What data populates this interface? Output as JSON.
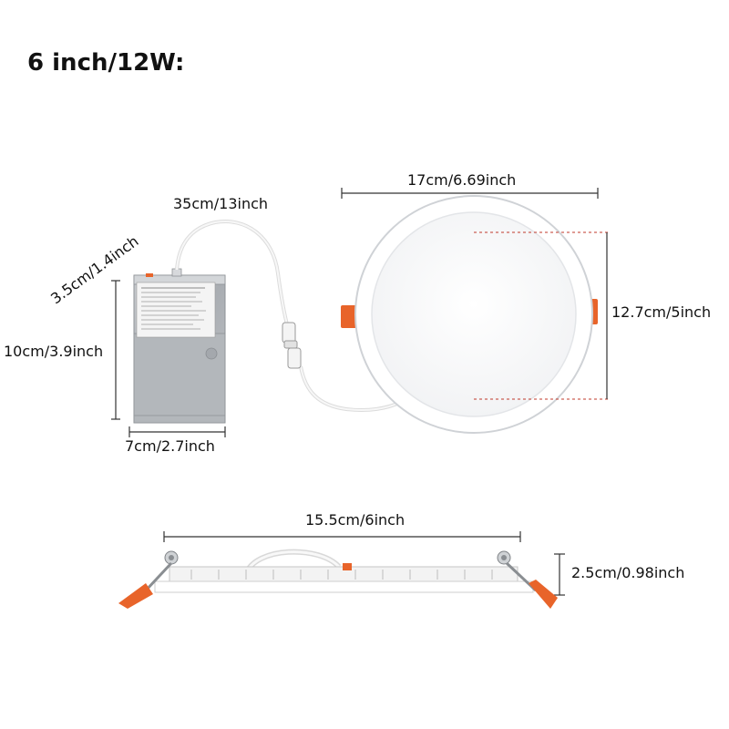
{
  "title": "6 inch/12W:",
  "dimensions": {
    "panel_diameter": "17cm/6.69inch",
    "cutout_diameter": "12.7cm/5inch",
    "cable_length": "35cm/13inch",
    "box_depth": "3.5cm/1.4inch",
    "box_height": "10cm/3.9inch",
    "box_width": "7cm/2.7inch",
    "side_width": "15.5cm/6inch",
    "side_thickness": "2.5cm/0.98inch"
  },
  "colors": {
    "clip_orange": "#e8642a",
    "box_metal": "#b9bcc0",
    "dim_line": "#333333",
    "dashed_guide": "#c0392b"
  }
}
